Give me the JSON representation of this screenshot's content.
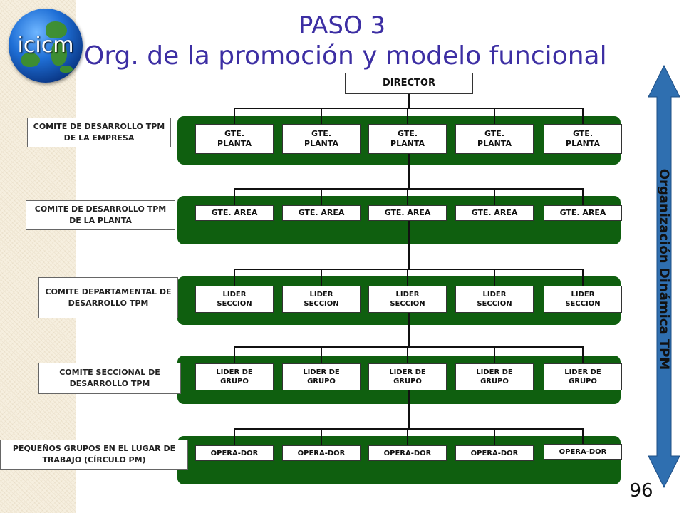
{
  "logo": {
    "text": "icicm"
  },
  "title": {
    "step": "PASO 3",
    "main": "Org. de la promoción y modelo funcional"
  },
  "director": "DIRECTOR",
  "committees": [
    "COMITE DE DESARROLLO TPM DE LA EMPRESA",
    "COMITE DE DESARROLLO TPM DE LA PLANTA",
    "COMITE DEPARTAMENTAL DE DESARROLLO TPM",
    "COMITE SECCIONAL DE DESARROLLO TPM",
    "PEQUEÑOS GRUPOS EN EL LUGAR DE TRABAJO (CÍRCULO PM)"
  ],
  "levels": [
    {
      "line1": "GTE.",
      "line2": "PLANTA"
    },
    {
      "line1": "GTE. AREA",
      "line2": ""
    },
    {
      "line1": "LIDER",
      "line2": "SECCION"
    },
    {
      "line1": "LIDER DE",
      "line2": "GRUPO"
    },
    {
      "line1": "OPERA-DOR",
      "line2": ""
    }
  ],
  "side_label": "Organización Dinámica TPM",
  "page_number": "96",
  "colors": {
    "band": "#0f5f0f",
    "title": "#3c2ea3",
    "arrow": "#2f6fb0"
  }
}
